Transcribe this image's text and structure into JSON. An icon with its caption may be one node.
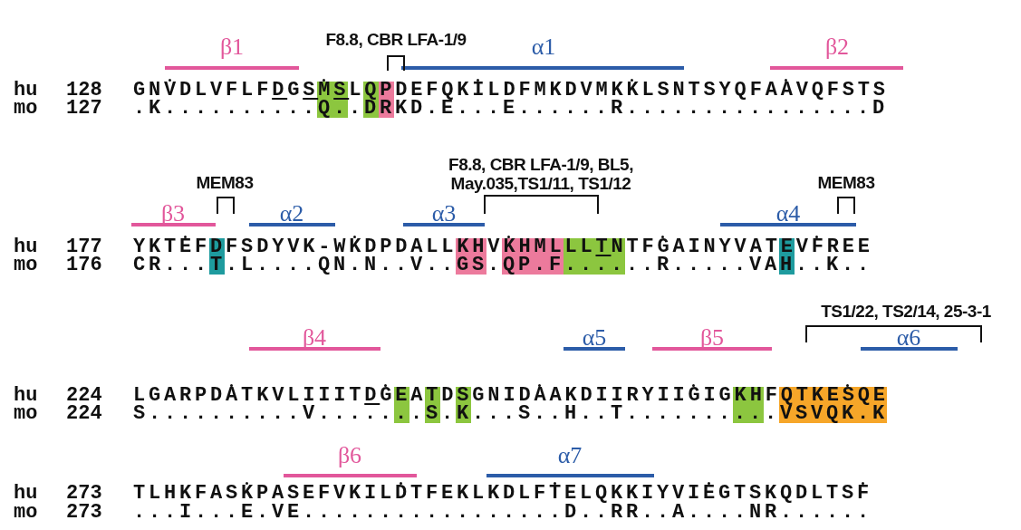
{
  "diagram": {
    "labels": [
      "F8.8, CBR LFA-1/9",
      "β1",
      "α1",
      "β2",
      "hu",
      "128",
      "GNVDLVFLFDGSMSLQPDEFQKILDFMKDVMKKLSNTSYQFAAVQFSTS",
      "mo",
      "127",
      ".K..........Q..DRKD.E...E......R................D",
      "F8.8, CBR LFA-1/9, BL5, May.035,TS1/11, TS1/12",
      "MEM83",
      "MEM83",
      "β3",
      "α2",
      "α3",
      "α4",
      "hu",
      "177",
      "YKTEFDFSDYVK-WKDPDALLKHVKHMLLLTNTFGAINYVATEVFREE",
      "mo",
      "176",
      "CR...T.L....QN.N..V..GS.QP.F......R.....VAH..K..",
      "TS1/22, TS2/14, 25-3-1",
      "β4",
      "α5",
      "β5",
      "α6",
      "hu",
      "224",
      "LGARPDATKVLIIITDGEATDSGNIDAAKDIIRYIIGIGKHFQTKESQE",
      "mo",
      "224",
      "S..........V.......S.K...S..H..T..........VSVQK.K",
      "β6",
      "α7",
      "hu",
      "273",
      "TLHKFASKPASEFVKILDTFEKLKDLFTELQKKIYVIEGTSKQDLTSF",
      "mo",
      "273",
      "...I...E.VE.................D..RR..A....NR......"
    ]
  }
}
